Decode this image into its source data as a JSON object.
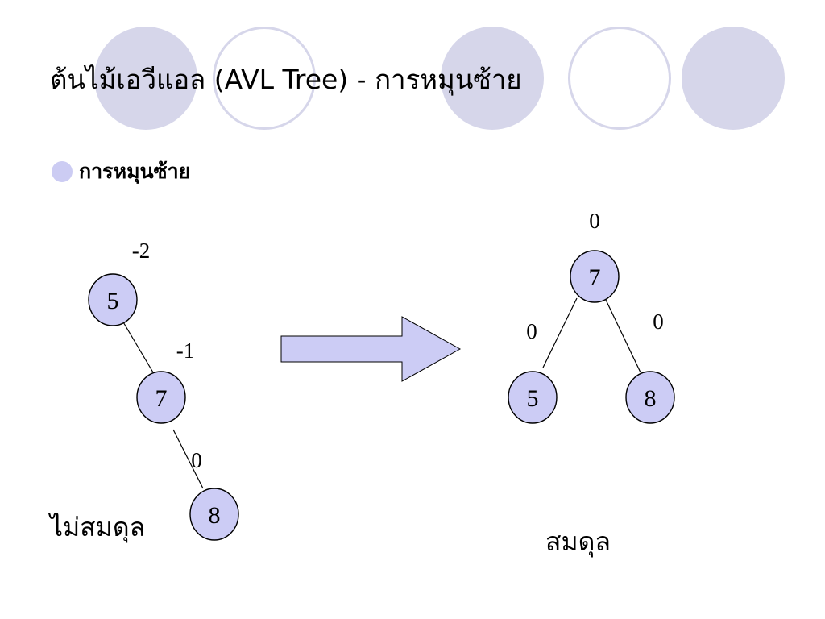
{
  "slide": {
    "title": "ต้นไม้เอวีแอล (AVL Tree) - การหมุนซ้าย",
    "bullet": "การหมุนซ้าย"
  },
  "before": {
    "status_label": "ไม่สมดุล",
    "nodes": [
      {
        "value": "5",
        "balance": "-2"
      },
      {
        "value": "7",
        "balance": "-1"
      },
      {
        "value": "8",
        "balance": "0"
      }
    ]
  },
  "after": {
    "status_label": "สมดุล",
    "nodes": [
      {
        "value": "7",
        "balance": "0"
      },
      {
        "value": "5",
        "balance": "0"
      },
      {
        "value": "8",
        "balance": "0"
      }
    ]
  },
  "colors": {
    "node_fill": "#ccccf5",
    "deco_circle": "#d6d6ea",
    "arrow_fill": "#ccccf5",
    "bullet": "#ccccf3"
  }
}
